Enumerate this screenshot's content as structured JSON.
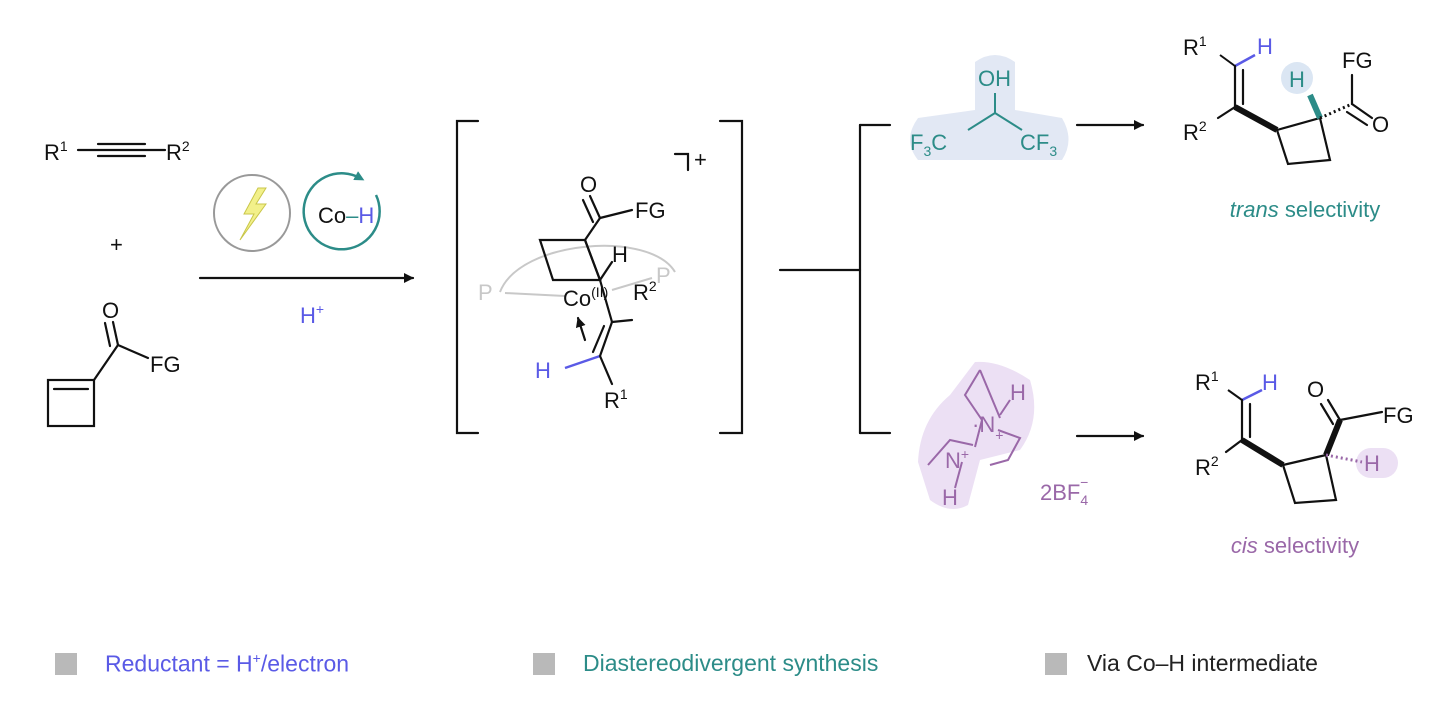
{
  "colors": {
    "blue": "#5a5ae6",
    "teal": "#2c8c88",
    "purple": "#9a68a8",
    "legend_square": "#b9b9b9"
  },
  "reactants": {
    "alkyne": {
      "r1": "R",
      "r1_sup": "1",
      "r2": "R",
      "r2_sup": "2"
    },
    "plus": "+",
    "cyclobutene": {
      "o": "O",
      "fg": "FG"
    }
  },
  "conditions": {
    "icons": [
      "lightning-icon",
      "cycle-arrow-icon"
    ],
    "co": "Co",
    "h": "H",
    "below_arrow": "H",
    "below_arrow_sup": "+"
  },
  "intermediate": {
    "o": "O",
    "fg": "FG",
    "h": "H",
    "co": "Co",
    "co_ox": "(II)",
    "p_left": "P",
    "p_right": "P",
    "r2": "R",
    "r2_sup": "2",
    "vinyl_h": "H",
    "r1": "R",
    "r1_sup": "1",
    "charge": "+"
  },
  "additives": {
    "hfip": {
      "oh": "OH",
      "left": "F",
      "left_sub": "3",
      "left_c": "C",
      "right": "CF",
      "right_sub": "3"
    },
    "dabco": {
      "n_top": "·N",
      "n_top_charge": "+",
      "n_bottom": "N",
      "n_bottom_charge": "+",
      "h_top": "H",
      "h_bottom": "H",
      "counterion": "2BF",
      "counterion_sub": "4",
      "counterion_charge": "−"
    }
  },
  "products": {
    "trans": {
      "r1": "R",
      "r1_sup": "1",
      "vinyl_h": "H",
      "r2": "R",
      "r2_sup": "2",
      "ring_h": "H",
      "fg": "FG",
      "o": "O",
      "label_italic": "trans",
      "label_rest": " selectivity"
    },
    "cis": {
      "r1": "R",
      "r1_sup": "1",
      "vinyl_h": "H",
      "r2": "R",
      "r2_sup": "2",
      "ring_h": "H",
      "fg": "FG",
      "o": "O",
      "label_italic": "cis",
      "label_rest": " selectivity"
    }
  },
  "legend": [
    {
      "text": "Reductant = H",
      "sup": "+",
      "text_after": "/electron"
    },
    {
      "text": "Diastereodivergent synthesis"
    },
    {
      "text": "Via Co–H intermediate"
    }
  ]
}
